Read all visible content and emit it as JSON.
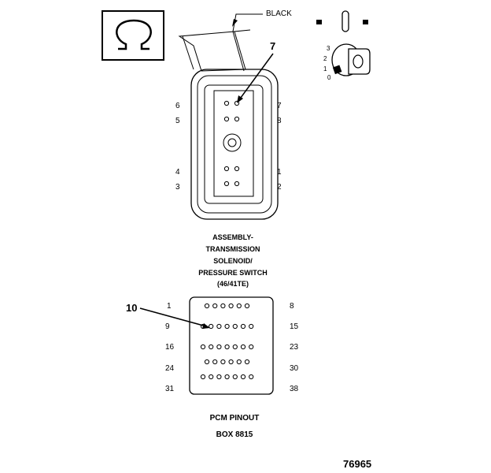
{
  "wire_color_label": "BLACK",
  "callouts": {
    "connector": "7",
    "pcm": "10"
  },
  "connector_pin_labels": {
    "left": [
      "6",
      "5",
      "4",
      "3"
    ],
    "right": [
      "7",
      "8",
      "1",
      "2"
    ]
  },
  "switch_positions": [
    "3",
    "2",
    "1",
    "0"
  ],
  "connector_caption": [
    "ASSEMBLY-",
    "TRANSMISSION",
    "SOLENOID/",
    "PRESSURE SWITCH",
    "(46/41TE)"
  ],
  "pcm_row_labels": {
    "left": [
      "1",
      "9",
      "16",
      "24",
      "31"
    ],
    "right": [
      "8",
      "15",
      "23",
      "30",
      "38"
    ]
  },
  "pcm_caption": [
    "PCM PINOUT",
    "BOX 8815"
  ],
  "figure_number": "76965",
  "pcm_rows": [
    6,
    7,
    7,
    6,
    7
  ],
  "connector_pins_per_column": 4
}
